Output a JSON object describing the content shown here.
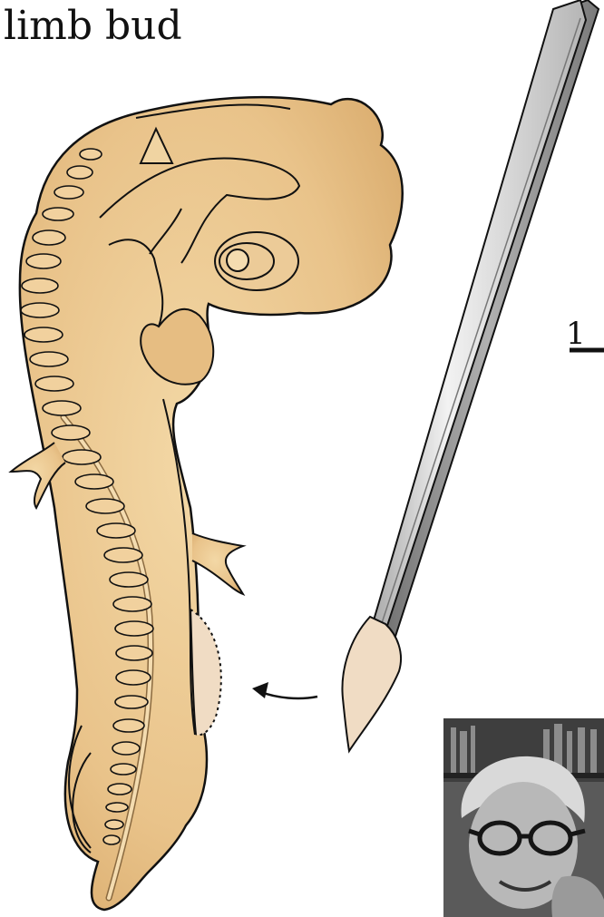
{
  "figure": {
    "title_label": "limb bud",
    "scale_bar_label": "1 "
  },
  "photo": {
    "description_icon": "portrait-photo"
  },
  "colors": {
    "embryo_fill": "#e9c38a",
    "embryo_shade": "#d8aa6c",
    "tissue_fill": "#f0dcc4",
    "forceps_light": "#d8d8d8",
    "forceps_dark": "#8f8f8f",
    "outline": "#111111"
  }
}
